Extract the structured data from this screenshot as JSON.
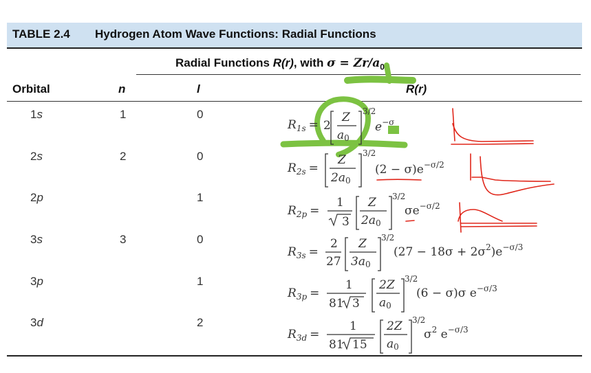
{
  "table": {
    "number": "TABLE 2.4",
    "title": "Hydrogen Atom Wave Functions: Radial Functions",
    "subtitle_prefix": "Radial Functions ",
    "subtitle_func": "R(r)",
    "subtitle_mid": ", with ",
    "subtitle_formula": "σ = Zr/a",
    "subtitle_sub": "0",
    "columns": [
      "Orbital",
      "n",
      "l",
      "R(r)"
    ],
    "rows": [
      {
        "orbital_num": "1",
        "orbital_letter": "s",
        "n": "1",
        "l": "0"
      },
      {
        "orbital_num": "2",
        "orbital_letter": "s",
        "n": "2",
        "l": "0"
      },
      {
        "orbital_num": "2",
        "orbital_letter": "p",
        "n": "",
        "l": "1"
      },
      {
        "orbital_num": "3",
        "orbital_letter": "s",
        "n": "3",
        "l": "0"
      },
      {
        "orbital_num": "3",
        "orbital_letter": "p",
        "n": "",
        "l": "1"
      },
      {
        "orbital_num": "3",
        "orbital_letter": "d",
        "n": "",
        "l": "2"
      }
    ],
    "equations": {
      "r1s_sub": "1s",
      "r1s_coef": "2",
      "r1s_exp": "3/2",
      "r1s_tail": "e",
      "r1s_tail_exp": "−σ",
      "r2s_sub": "2s",
      "r2s_den": "2a",
      "r2s_poly": "(2 − σ)e",
      "r2s_tail_exp": "−σ/2",
      "r2p_sub": "2p",
      "r2p_frac_num": "1",
      "r2p_frac_den": "3",
      "r2p_tail": "σe",
      "r2p_tail_exp": "−σ/2",
      "r3s_sub": "3s",
      "r3s_frac_num": "2",
      "r3s_frac_den": "27",
      "r3s_den": "3a",
      "r3s_poly": "(27 − 18σ + 2σ",
      "r3s_poly_end": ")e",
      "r3s_tail_exp": "−σ/3",
      "r3p_sub": "3p",
      "r3p_frac_num": "1",
      "r3p_frac_den": "81",
      "r3p_root": "3",
      "r3p_num": "2Z",
      "r3p_poly": "(6 − σ)σ e",
      "r3p_tail_exp": "−σ/3",
      "r3d_sub": "3d",
      "r3d_frac_num": "1",
      "r3d_frac_den": "81",
      "r3d_root": "15",
      "r3d_num": "2Z",
      "r3d_poly": "σ",
      "r3d_poly_exp": "2",
      "r3d_tail": " e",
      "r3d_tail_exp": "−σ/3",
      "common_Z": "Z",
      "common_a": "a",
      "common_0": "0",
      "common_R": "R",
      "common_eq": "=",
      "common_two": "2",
      "common_sq": "2"
    }
  },
  "annotation_colors": {
    "highlighter": "#7cc242",
    "pen": "#e0261a"
  }
}
